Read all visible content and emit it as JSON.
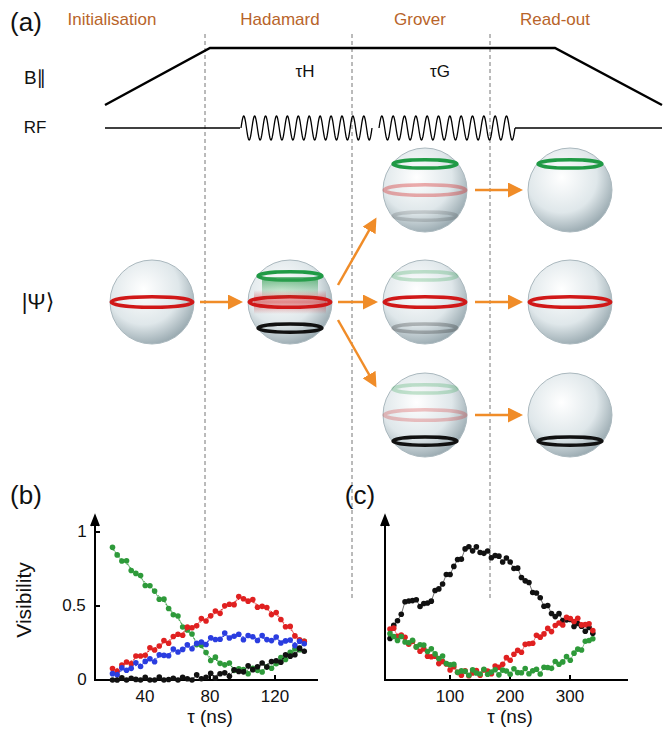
{
  "diagram": {
    "labels": [
      "(a)",
      "Initialisation",
      "Hadamard",
      "Grover",
      "Read-out",
      "B∥",
      "RF",
      "τH",
      "τG",
      "|Ψ⟩",
      "(b)",
      "(c)",
      "Visibility",
      "1",
      "0.5",
      "0",
      "40",
      "80",
      "120",
      "τ (ns)",
      "100",
      "200",
      "300",
      "τ (ns)"
    ]
  }
}
